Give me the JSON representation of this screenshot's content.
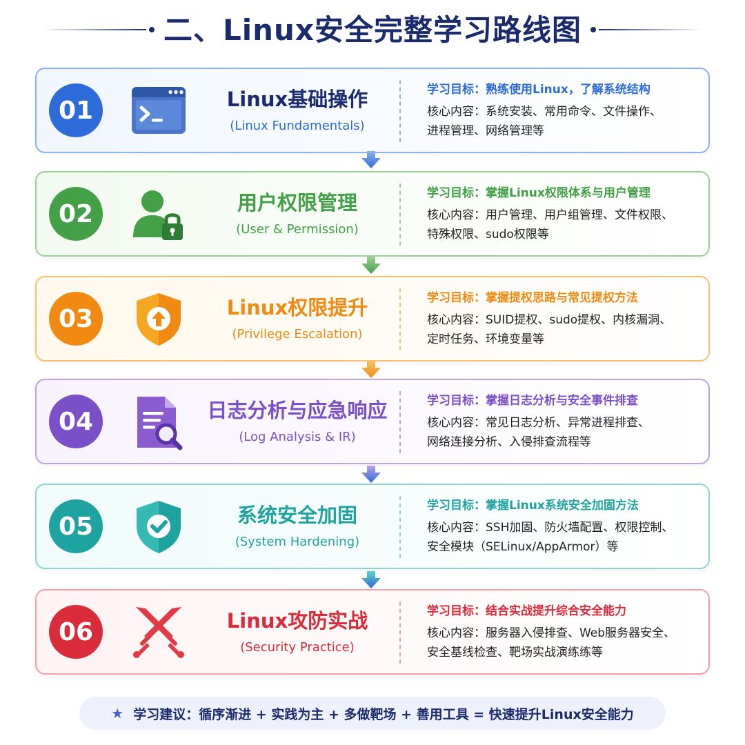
{
  "title": "二、Linux安全完整学习路线图",
  "steps": [
    {
      "number": "01",
      "title_zh": "Linux基础操作",
      "title_en": "(Linux Fundamentals)",
      "goal": "学习目标：熟练使用Linux，了解系统结构",
      "content_line1": "核心内容：系统安装、常用命令、文件操作、",
      "content_line2": "进程管理、网络管理等",
      "icon": "terminal-icon",
      "color": "#2d6bd8",
      "border": "#8fb2ea",
      "bg": "#f1f6ff"
    },
    {
      "number": "02",
      "title_zh": "用户权限管理",
      "title_en": "(User & Permission)",
      "goal": "学习目标：掌握Linux权限体系与用户管理",
      "content_line1": "核心内容：用户管理、用户组管理、文件权限、",
      "content_line2": "特殊权限、sudo权限等",
      "icon": "user-lock-icon",
      "color": "#43a047",
      "border": "#9ccf98",
      "bg": "#f3faf1"
    },
    {
      "number": "03",
      "title_zh": "Linux权限提升",
      "title_en": "(Privilege Escalation)",
      "goal": "学习目标：掌握提权思路与常见提权方法",
      "content_line1": "核心内容：SUID提权、sudo提权、内核漏洞、",
      "content_line2": "定时任务、环境变量等",
      "icon": "shield-up-icon",
      "color": "#f08a12",
      "border": "#f6c36c",
      "bg": "#fff8ec"
    },
    {
      "number": "04",
      "title_zh": "日志分析与应急响应",
      "title_en": "(Log Analysis & IR)",
      "goal": "学习目标：掌握日志分析与安全事件排查",
      "content_line1": "核心内容：常见日志分析、异常进程排查、",
      "content_line2": "网络连接分析、入侵排查流程等",
      "icon": "log-search-icon",
      "color": "#7b4fc7",
      "border": "#bba3e3",
      "bg": "#f7f3fd"
    },
    {
      "number": "05",
      "title_zh": "系统安全加固",
      "title_en": "(System Hardening)",
      "goal": "学习目标：掌握Linux系统安全加固方法",
      "content_line1": "核心内容：SSH加固、防火墙配置、权限控制、",
      "content_line2": "安全模块（SELinux/AppArmor）等",
      "icon": "shield-check-icon",
      "color": "#1fa3a0",
      "border": "#8fd3d0",
      "bg": "#f0fbfa"
    },
    {
      "number": "06",
      "title_zh": "Linux攻防实战",
      "title_en": "(Security Practice)",
      "goal": "学习目标：结合实战提升综合安全能力",
      "content_line1": "核心内容：服务器入侵排查、Web服务器安全、",
      "content_line2": "安全基线检查、靶场实战演练练等",
      "icon": "crossed-swords-icon",
      "color": "#d92b3a",
      "border": "#f0a0a6",
      "bg": "#fff3f4"
    }
  ],
  "footer": {
    "icon": "star-icon",
    "text": "学习建议：循序渐进 + 实践为主 + 多做靶场 + 善用工具 = 快速提升Linux安全能力"
  }
}
